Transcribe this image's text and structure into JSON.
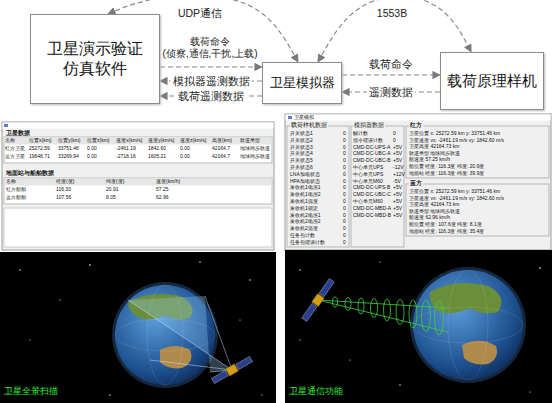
{
  "diagram": {
    "nodes": [
      {
        "text": [
          "卫星演示验证仿真软件"
        ]
      },
      {
        "text": [
          "卫星模拟器"
        ]
      },
      {
        "text": [
          "载荷原理样机"
        ]
      }
    ],
    "edges": [
      {
        "from": 0,
        "to": 1,
        "arrow": "both",
        "label": "UDP通信"
      },
      {
        "from": 1,
        "to": 2,
        "arrow": "both",
        "label": "1553B"
      },
      {
        "from": 0,
        "to": 1,
        "arrow": "to",
        "label": "载荷命令 (侦察,通信,干扰,上载)"
      },
      {
        "from": 1,
        "to": 0,
        "arrow": "to",
        "label": "模拟器遥测数据"
      },
      {
        "from": 1,
        "to": 0,
        "arrow": "to",
        "label": "载荷遥测数据"
      },
      {
        "from": 1,
        "to": 2,
        "arrow": "to",
        "label": "载荷命令"
      },
      {
        "from": 2,
        "to": 1,
        "arrow": "to",
        "label": "遥测数据"
      }
    ],
    "labels": [
      "卫星数据",
      "名称",
      "位置x(km)",
      "位置y(km)",
      "位置z(km)",
      "速度x(km/s)",
      "速度y(km/s)",
      "速度z(km/s)",
      "高度(km)",
      "轨道类型",
      "红方卫星",
      "25272.59",
      "33751.46",
      "0.00",
      "-2461.19",
      "1842.60",
      "0.00",
      "42164.7",
      "地球同步轨道",
      "蓝方卫星",
      "19648.71",
      "33269.94",
      "0.00",
      "-2718.16",
      "1605.21",
      "0.00",
      "42164.7",
      "地球同步轨道",
      "地面站与船舶数据",
      "名称",
      "经度(度)",
      "纬度(度)",
      "速度(km/h)",
      "红方船舶",
      "116.30",
      "20.91",
      "57.25",
      "蓝方船舶",
      "107.56",
      "8.05",
      "62.96",
      "卫星全景扫描",
      "卫星模拟",
      "载荷样机数据",
      "开关状态1",
      "0",
      "开关状态2",
      "0",
      "开关状态3",
      "0",
      "开关状态4",
      "0",
      "开关状态5",
      "0",
      "开关状态6",
      "0",
      "LNA加电状态",
      "0",
      "HPA加电状态",
      "0",
      "发收机1电压1",
      "0",
      "发收机1电压2",
      "0",
      "发收机1温度",
      "0",
      "发收机1锁定",
      "0",
      "发收机2电压1",
      "0",
      "发收机2电压2",
      "0",
      "发收机2温度",
      "0",
      "任务包计数",
      "0",
      "任务包错误计数",
      "0",
      "模拟器数据",
      "帧计数",
      "0",
      "指令错误计数",
      "0",
      "CMD-DC-UPS-A",
      "+5V",
      "CMD-DC-UBC-A",
      "+5V",
      "CMD-DC-UBC-B",
      "+5V",
      "中心单元UPS",
      "-12V",
      "中心单元UPS",
      "+12V",
      "中心单元M60",
      "-5V",
      "CMD-DC-UPS-B",
      "+5V",
      "CMD-DC-UBC-C",
      "+5V",
      "中心单元M60",
      "+5V",
      "CMD-DC-MBD-A",
      "+5V",
      "CMD-DC-MBD-B",
      "+5V",
      "红方",
      "卫星位置 x: 25272.59 km y: 33751.46 km",
      "卫星速度 vx: -2461.19 m/s vy: 1842.60 m/s",
      "卫星高度 42164.73 km",
      "轨道类型 地球同步轨道",
      "船速度 57.25 km/h",
      "船位置 经度: 116.3度 纬度: 20.9度",
      "地面站 经度: 116.3度 纬度: 39.9度",
      "蓝方",
      "卫星位置 x: 25272.59 km y: 33751.46 km",
      "卫星速度 vx: -2461.19 m/s vy: 1842.60 m/s",
      "卫星高度 42164.73 km",
      "轨道类型 地球同步轨道",
      "船速度 62.96 km/h",
      "船位置 经度: 107.6度 纬度: 8.1度",
      "地面站 经度: 116.3度 纬度: 35.4度",
      "卫星通信功能"
    ]
  }
}
